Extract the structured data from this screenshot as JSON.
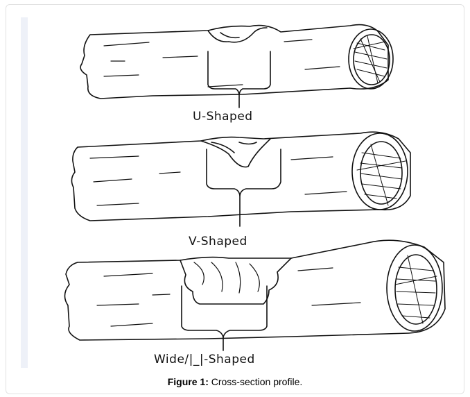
{
  "figure": {
    "labels": {
      "u_shaped": "U-Shaped",
      "v_shaped": "V-Shaped",
      "wide_shaped": "Wide/|_|-Shaped"
    },
    "caption": {
      "prefix": "Figure 1:",
      "text": " Cross-section profile."
    }
  }
}
